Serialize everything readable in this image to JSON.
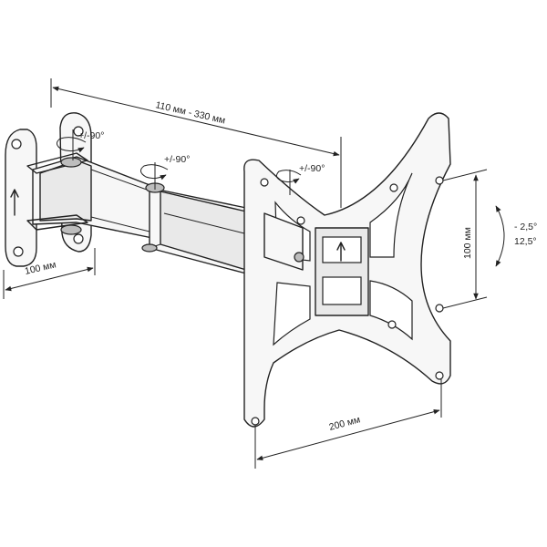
{
  "dimensions": {
    "arm_extension": "110 мм - 330 мм",
    "wall_plate_depth": "100 мм",
    "vesa_height": "100 мм",
    "vesa_width": "200 мм"
  },
  "rotations": {
    "wall_swivel": "+/-90°",
    "middle_swivel": "+/-90°",
    "head_swivel": "+/-90°",
    "tilt_up": "- 2,5°",
    "tilt_down": "12,5°"
  }
}
